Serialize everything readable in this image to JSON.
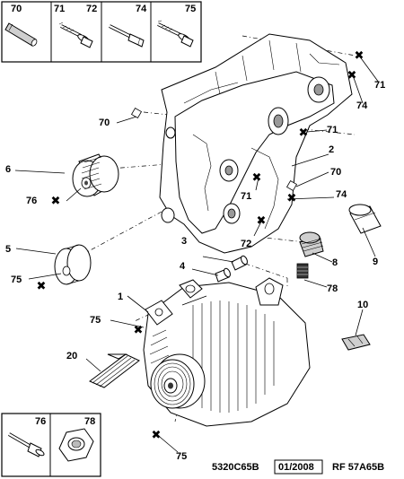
{
  "kit_box_top": {
    "cells": [
      {
        "label": "70",
        "icon": "sleeve-pin-icon"
      },
      {
        "label": "71",
        "icon": "flange-bolt-icon"
      },
      {
        "label": "72",
        "icon": "flange-bolt-icon"
      },
      {
        "label": "74",
        "icon": "hex-bolt-icon"
      },
      {
        "label": "75",
        "icon": "long-flange-bolt-icon"
      }
    ]
  },
  "kit_box_bottom": {
    "cells": [
      {
        "label": "76",
        "icon": "socket-bolt-icon"
      },
      {
        "label": "78",
        "icon": "hex-nut-icon"
      }
    ]
  },
  "callouts": {
    "c1": "1",
    "c2": "2",
    "c3": "3",
    "c4": "4",
    "c5": "5",
    "c6": "6",
    "c8": "8",
    "c9": "9",
    "c10": "10",
    "c20": "20",
    "c70a": "70",
    "c70b": "70",
    "c71a": "71",
    "c71b": "71",
    "c71c": "71",
    "c72": "72",
    "c74a": "74",
    "c74b": "74",
    "c75a": "75",
    "c75b": "75",
    "c75c": "75",
    "c76": "76",
    "c78": "78"
  },
  "footer": {
    "code": "5320C65B",
    "date": "01/2008",
    "ref": "RF 57A65B"
  }
}
